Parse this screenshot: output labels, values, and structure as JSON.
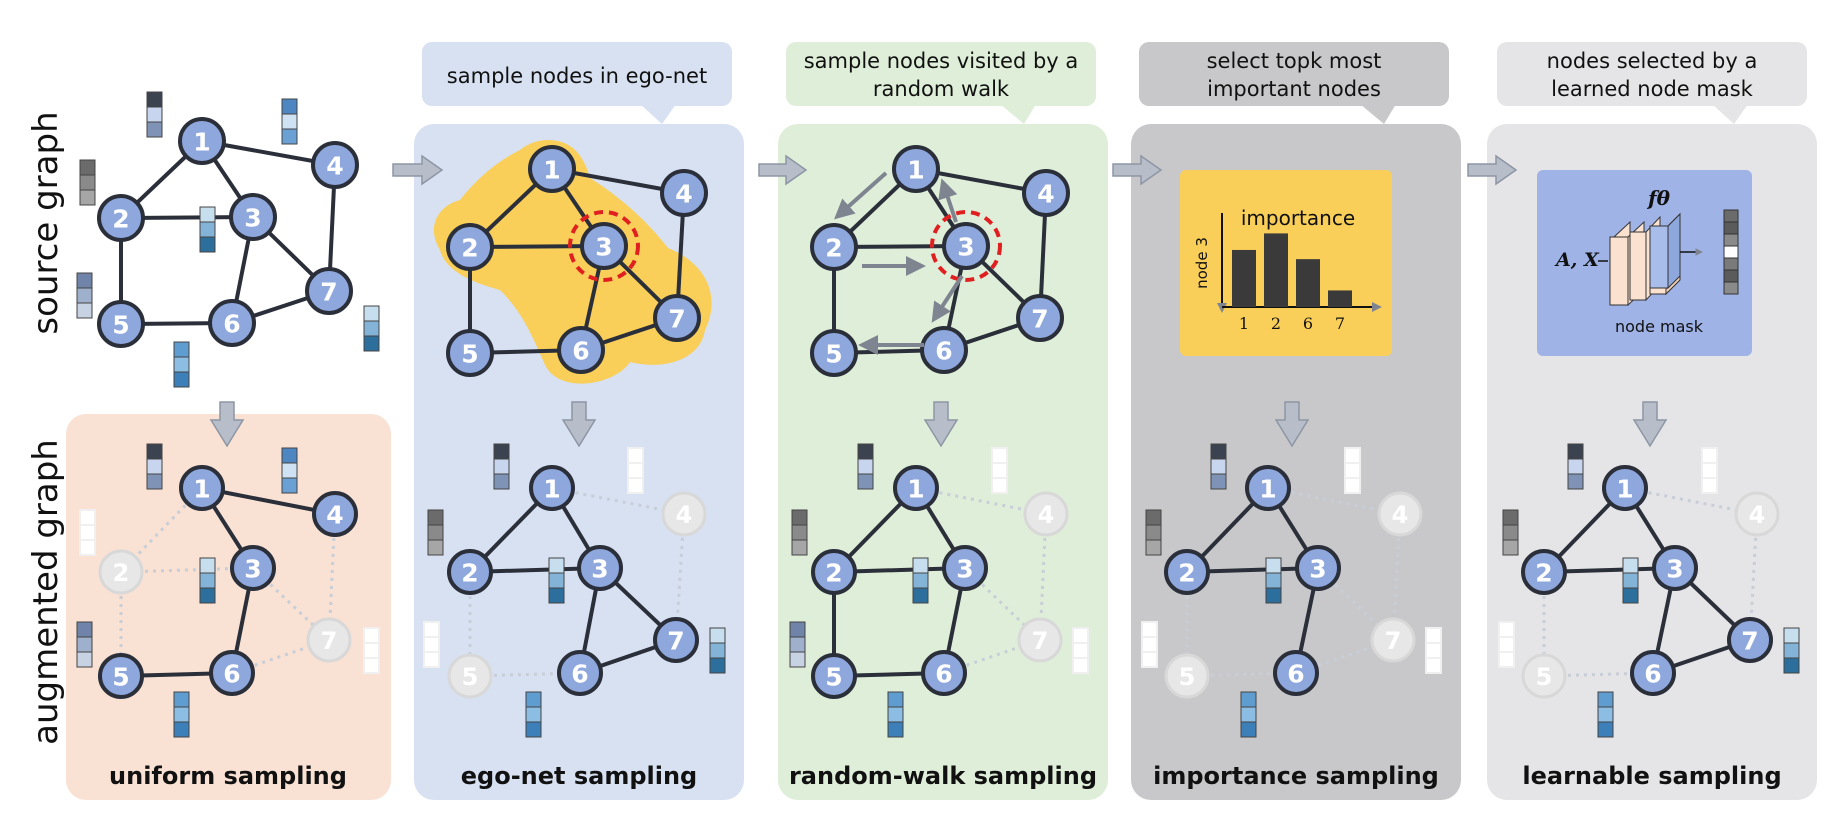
{
  "row_labels": {
    "top": "source graph",
    "bottom": "augmented graph"
  },
  "panels": [
    {
      "key": "uniform",
      "title": "uniform sampling"
    },
    {
      "key": "ego",
      "title": "ego-net sampling",
      "callout": [
        "sample nodes in ego-net"
      ]
    },
    {
      "key": "rw",
      "title": "random-walk sampling",
      "callout": [
        "sample nodes visited by a",
        "random walk"
      ]
    },
    {
      "key": "imp",
      "title": "importance sampling",
      "callout": [
        "select topk most",
        "important nodes"
      ]
    },
    {
      "key": "learn",
      "title": "learnable sampling",
      "callout": [
        "nodes selected by a",
        "learned node mask"
      ]
    }
  ],
  "node_labels": [
    "1",
    "2",
    "3",
    "4",
    "5",
    "6",
    "7"
  ],
  "importance_chart": {
    "title": "importance",
    "ylabel": "node 3",
    "categories": [
      "1",
      "2",
      "6",
      "7"
    ],
    "values": [
      0.62,
      0.8,
      0.52,
      0.18
    ],
    "ylim": [
      0,
      1
    ]
  },
  "learnable_box": {
    "function_label": "fθ",
    "input_label": "A, X",
    "output_label": "node mask"
  },
  "colors": {
    "node_fill": "#8ea7dd",
    "uniform_bg": "#f9e1d3",
    "ego_bg": "#d7e1f2",
    "rw_bg": "#dfeed8",
    "imp_bg": "#c8c8ca",
    "learn_bg": "#e5e5e7",
    "ego_highlight": "#f9cf5a",
    "target_ring": "#e02020"
  }
}
